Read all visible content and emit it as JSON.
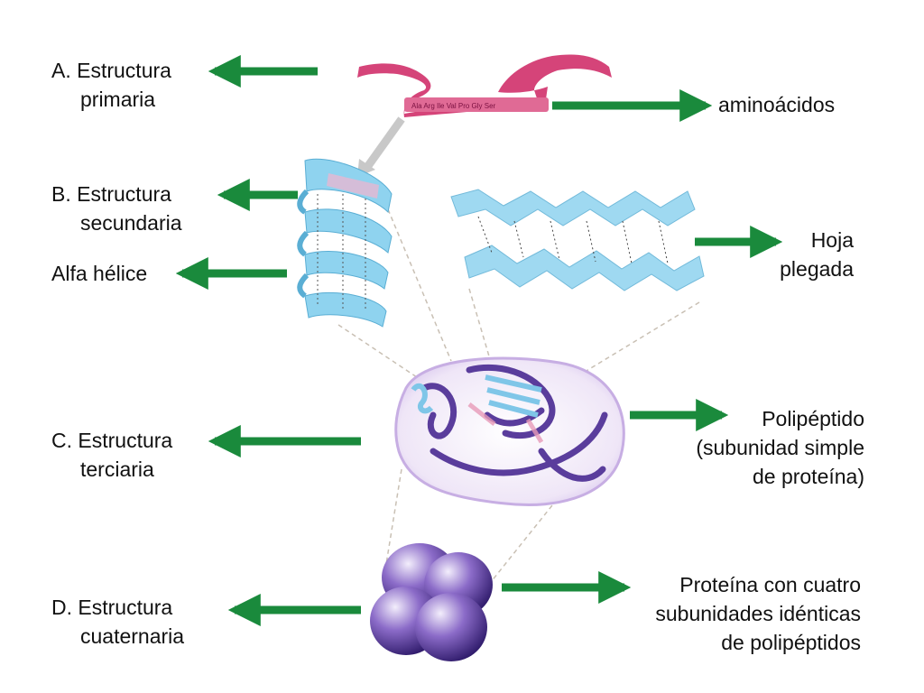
{
  "colors": {
    "arrow": "#1a8a3c",
    "ribbon": "#d0306a",
    "helix": "#8fd3ef",
    "tertiary": "#7f5fb8",
    "quaternary": "#4a2e8c",
    "guide": "#c9c0b4"
  },
  "icons": [
    "arrow-right-icon",
    "arrow-left-icon",
    "curved-arrow-icon"
  ],
  "labels": {
    "primary": {
      "line1": "A. Estructura",
      "line2": "primaria"
    },
    "primary_right": "aminoácidos",
    "secondary": {
      "line1": "B. Estructura",
      "line2": "secundaria"
    },
    "alpha": "Alfa hélice",
    "sheet": {
      "line1": "Hoja",
      "line2": "plegada"
    },
    "tertiary": {
      "line1": "C. Estructura",
      "line2": "terciaria"
    },
    "tertiary_right": {
      "line1": "Polipéptido",
      "line2": "(subunidad simple",
      "line3": "de proteína)"
    },
    "quaternary": {
      "line1": "D. Estructura",
      "line2": "cuaternaria"
    },
    "quaternary_right": {
      "line1": "Proteína con cuatro",
      "line2": "subunidades idénticas",
      "line3": "de polipéptidos"
    }
  }
}
